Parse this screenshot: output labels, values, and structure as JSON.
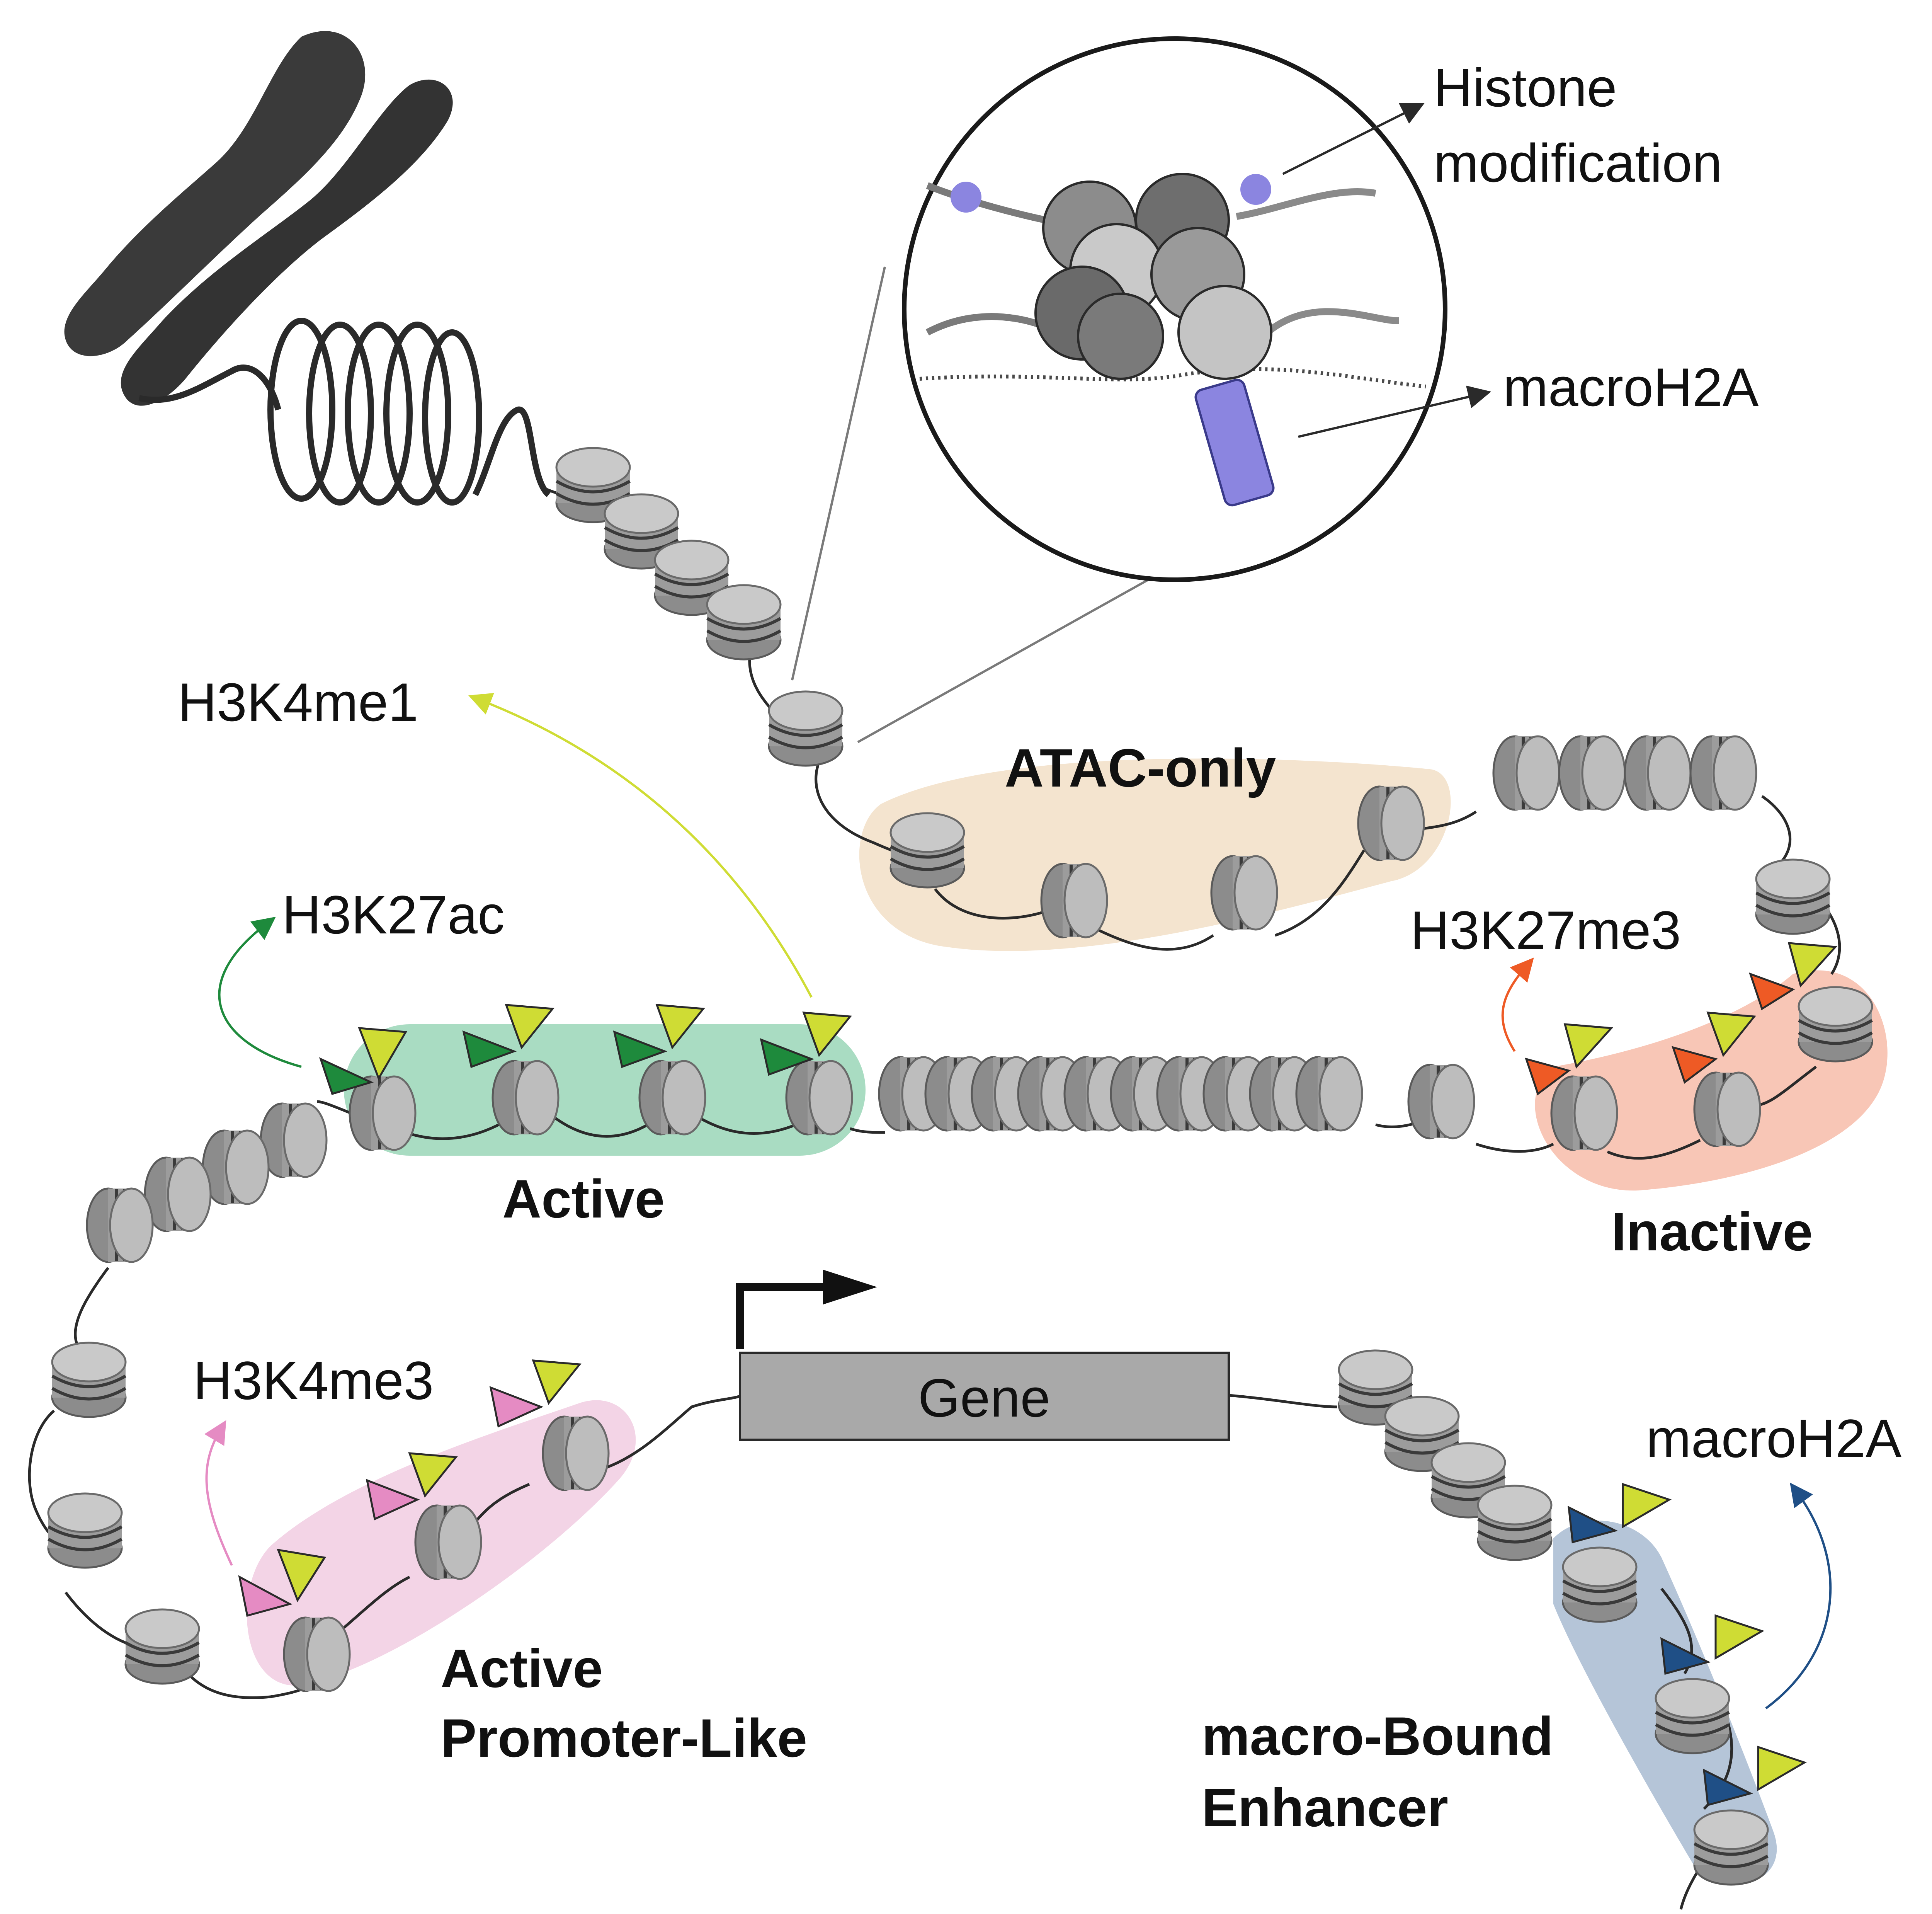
{
  "labels": {
    "histone_modification": [
      "Histone",
      "modification"
    ],
    "macroH2A_inset": "macroH2A",
    "H3K4me1": "H3K4me1",
    "H3K27ac": "H3K27ac",
    "H3K27me3": "H3K27me3",
    "H3K4me3": "H3K4me3",
    "macroH2A_mark": "macroH2A",
    "gene": "Gene"
  },
  "regions": {
    "atac_only": "ATAC-only",
    "active": "Active",
    "inactive": "Inactive",
    "active_promoter_like": [
      "Active",
      "Promoter-Like"
    ],
    "macro_bound_enhancer": [
      "macro-Bound",
      "Enhancer"
    ]
  },
  "colors": {
    "atac_region": "#f4e4cf",
    "active_region": "#a9dcc2",
    "inactive_region": "#f8c6b6",
    "promoter_region": "#f3d4e6",
    "enhancer_region": "#b5c5d8",
    "H3K4me1_flag": "#cfdc34",
    "H3K27ac_flag": "#1e8a3c",
    "H3K27me3_flag": "#ee5a25",
    "H3K4me3_flag": "#e58bc3",
    "macroH2A_flag": "#1f4f86",
    "macroH2A_protein": "#8b85e0",
    "nucleosome": "#9f9f9f",
    "chromosome": "#3a3a3a"
  }
}
